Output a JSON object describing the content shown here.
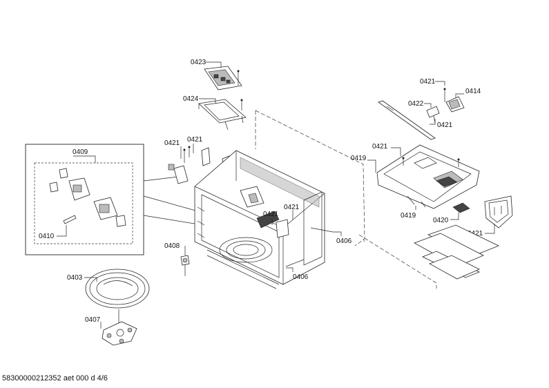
{
  "labels": {
    "p0423": "0423",
    "p0424": "0424",
    "p0421_a": "0421",
    "p0421_b": "0421",
    "p0409": "0409",
    "p0410": "0410",
    "p0421_c": "0421",
    "p0421_d": "0421",
    "p0406_a": "0406",
    "p0408": "0408",
    "p0406_b": "0406",
    "p0403": "0403",
    "p0407": "0407",
    "p0421_e": "0421",
    "p0414": "0414",
    "p0422": "0422",
    "p0421_f": "0421",
    "p0421_g": "0421",
    "p0419_a": "0419",
    "p0419_b": "0419",
    "p0420": "0420",
    "p0421_h": "0421"
  },
  "footer": {
    "doc_id": "58300000212352 aet 000 d 4/6"
  }
}
